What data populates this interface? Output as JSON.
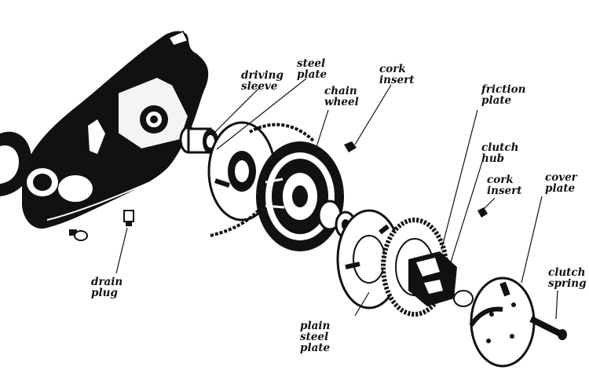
{
  "labels": {
    "driving_sleeve": [
      "driving",
      "sleeve"
    ],
    "steel_plate": [
      "steel",
      "plate"
    ],
    "chain_wheel": [
      "chain",
      "wheel"
    ],
    "cork_insert_top": [
      "cork",
      "insert"
    ],
    "friction_plate": [
      "friction",
      "plate"
    ],
    "clutch_hub": [
      "clutch",
      "hub"
    ],
    "cork_insert_right": [
      "cork",
      "insert"
    ],
    "cover_plate": [
      "cover",
      "plate"
    ],
    "clutch_spring": [
      "clutch",
      "spring"
    ],
    "drain_plug": [
      "drain",
      "plug"
    ],
    "plain_steel_plate": [
      "plain",
      "steel",
      "plate"
    ]
  },
  "colors": {
    "ink": "#111111",
    "paper": "#ffffff",
    "grey": "#6a6a6a"
  }
}
